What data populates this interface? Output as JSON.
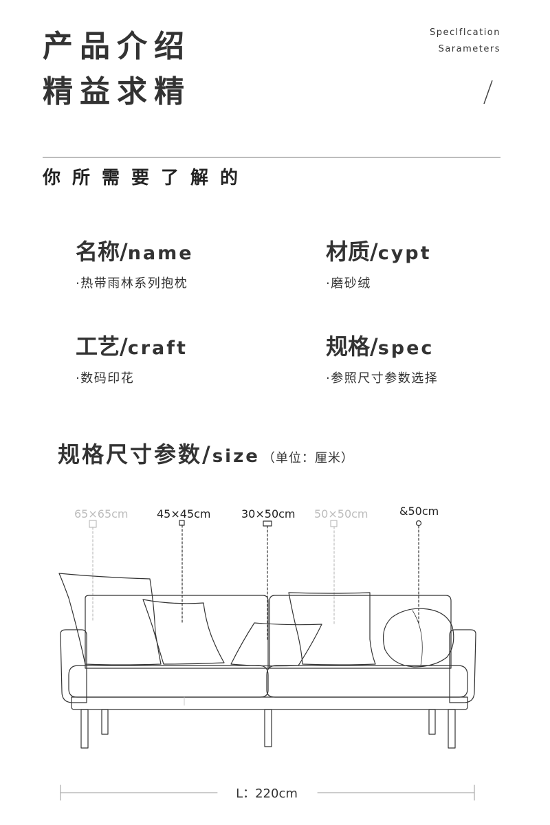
{
  "header": {
    "title_line1": "产品介绍",
    "title_line2": "精益求精",
    "en_line1": "Speclflcation",
    "en_line2": "Sarameters"
  },
  "subheading": "你所需要了解的",
  "info": {
    "name": {
      "label_cn": "名称/",
      "label_en": "name",
      "value": "·热带雨林系列抱枕"
    },
    "material": {
      "label_cn": "材质/",
      "label_en": "cypt",
      "value": "·磨砂绒"
    },
    "craft": {
      "label_cn": "工艺/",
      "label_en": "craft",
      "value": "·数码印花"
    },
    "spec": {
      "label_cn": "规格/",
      "label_en": "spec",
      "value": "·参照尺寸参数选择"
    }
  },
  "size_section": {
    "title_cn": "规格尺寸参数/",
    "title_en": "size",
    "unit": "（单位：厘米）"
  },
  "dimensions": [
    {
      "label": "65×65cm",
      "faded": true
    },
    {
      "label": "45×45cm",
      "faded": false
    },
    {
      "label": "30×50cm",
      "faded": false
    },
    {
      "label": "50×50cm",
      "faded": true
    },
    {
      "label": "&50cm",
      "faded": false
    }
  ],
  "length_label": "L：220cm"
}
